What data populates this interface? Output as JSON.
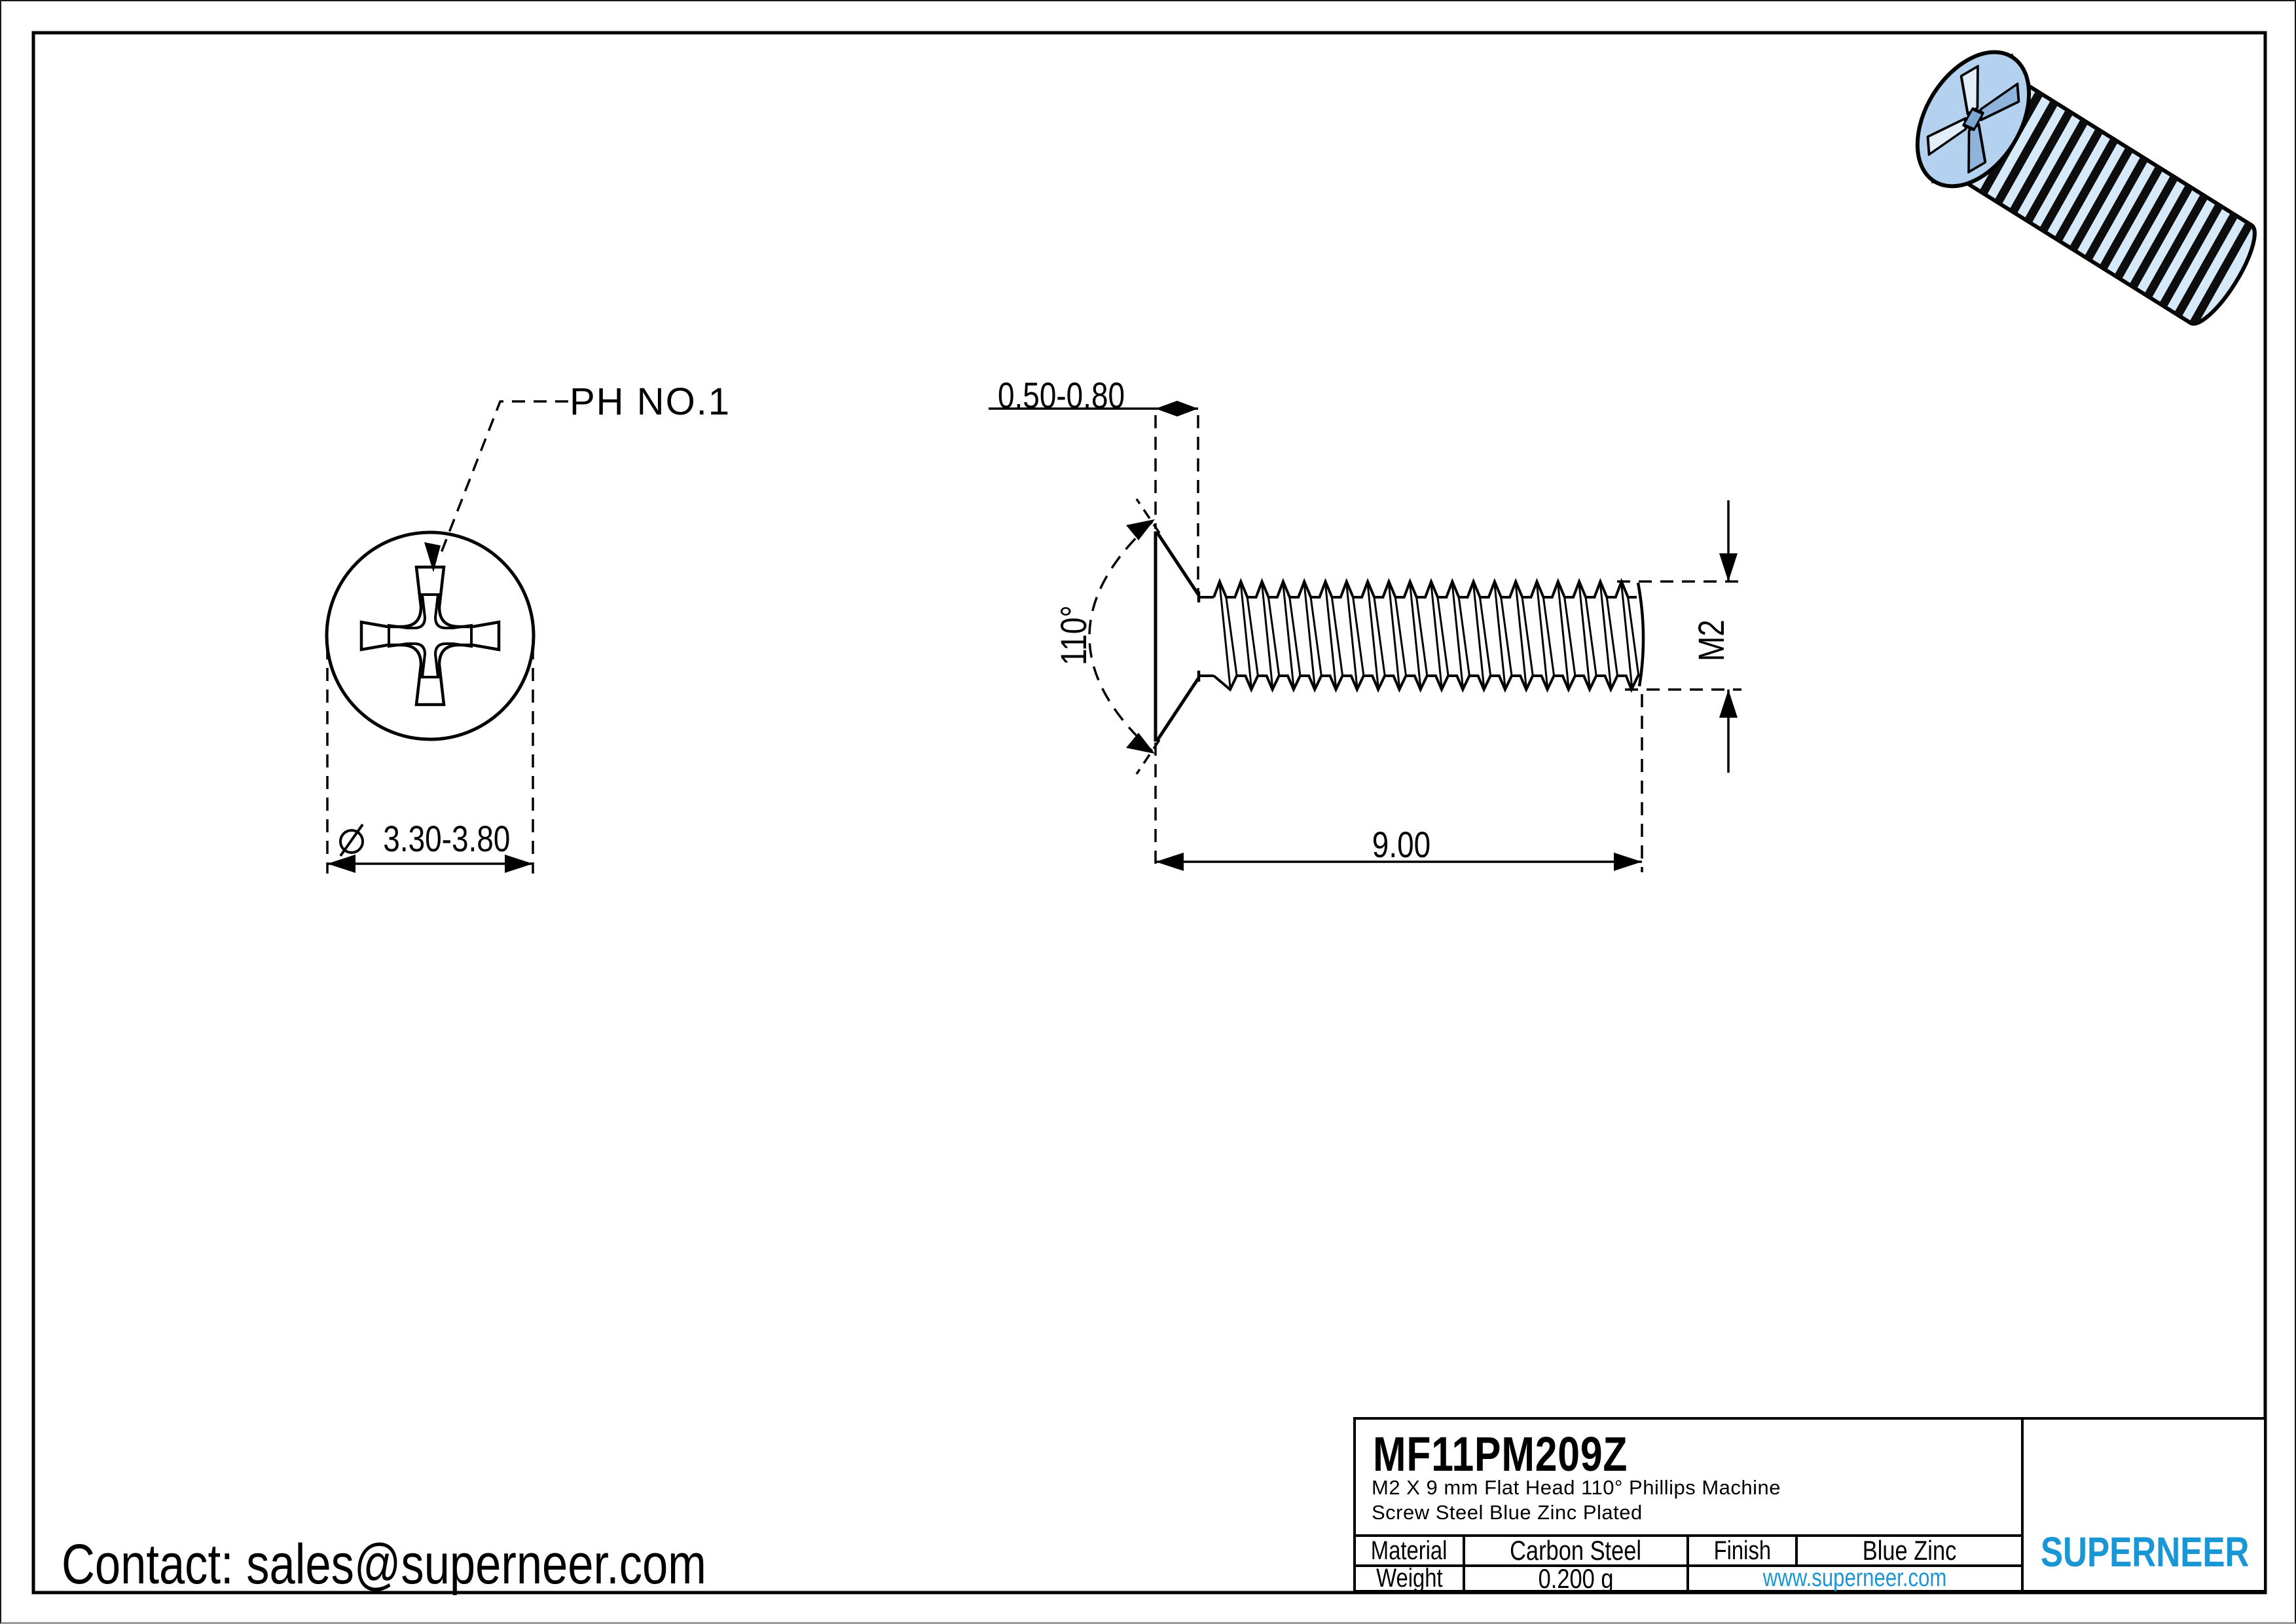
{
  "page": {
    "contact": "Contact: sales@superneer.com"
  },
  "views": {
    "top_view": {
      "drive_label": "PH NO.1",
      "diameter_symbol": "⌀",
      "diameter_value": "3.30-3.80"
    },
    "side_view": {
      "head_height": "0.50-0.80",
      "countersink_angle": "110°",
      "length": "9.00",
      "thread_size": "M2"
    }
  },
  "title_block": {
    "part_number": "MF11PM209Z",
    "description_line1": "M2 X 9 mm  Flat Head 110° Phillips Machine",
    "description_line2": "Screw Steel Blue Zinc Plated",
    "material_label": "Material",
    "material_value": "Carbon Steel",
    "finish_label": "Finish",
    "finish_value": "Blue Zinc",
    "weight_label": "Weight",
    "weight_value": "0.200 g",
    "website": "www.superneer.com",
    "brand": "SUPERNEER"
  },
  "colors": {
    "line_black": "#000000",
    "brand_blue": "#1a96d4",
    "link_blue": "#1a96d4",
    "screw_body_blue": "#b4d1ef",
    "screw_light_blue": "#d6e9f8"
  }
}
